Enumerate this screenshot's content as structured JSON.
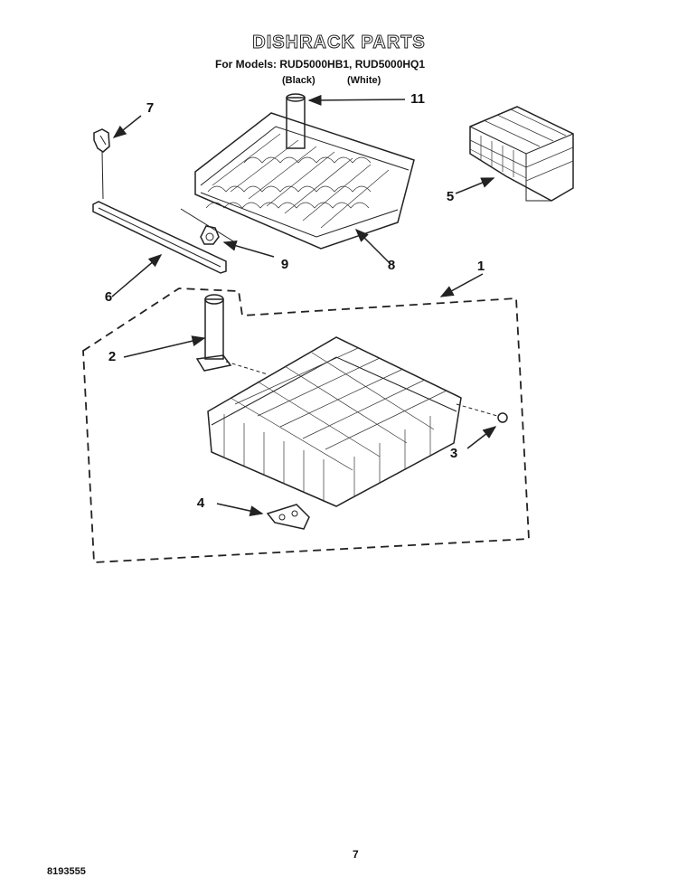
{
  "title": "DISHRACK PARTS",
  "models_line": "For Models: RUD5000HB1, RUD5000HQ1",
  "model_notes": [
    "(Black)",
    "(White)"
  ],
  "callouts": [
    {
      "id": "callout-1",
      "label": "1"
    },
    {
      "id": "callout-2",
      "label": "2"
    },
    {
      "id": "callout-3",
      "label": "3"
    },
    {
      "id": "callout-4",
      "label": "4"
    },
    {
      "id": "callout-5",
      "label": "5"
    },
    {
      "id": "callout-6",
      "label": "6"
    },
    {
      "id": "callout-7",
      "label": "7"
    },
    {
      "id": "callout-8",
      "label": "8"
    },
    {
      "id": "callout-9",
      "label": "9"
    },
    {
      "id": "callout-11",
      "label": "11"
    }
  ],
  "page_number": "7",
  "doc_number": "8193555"
}
